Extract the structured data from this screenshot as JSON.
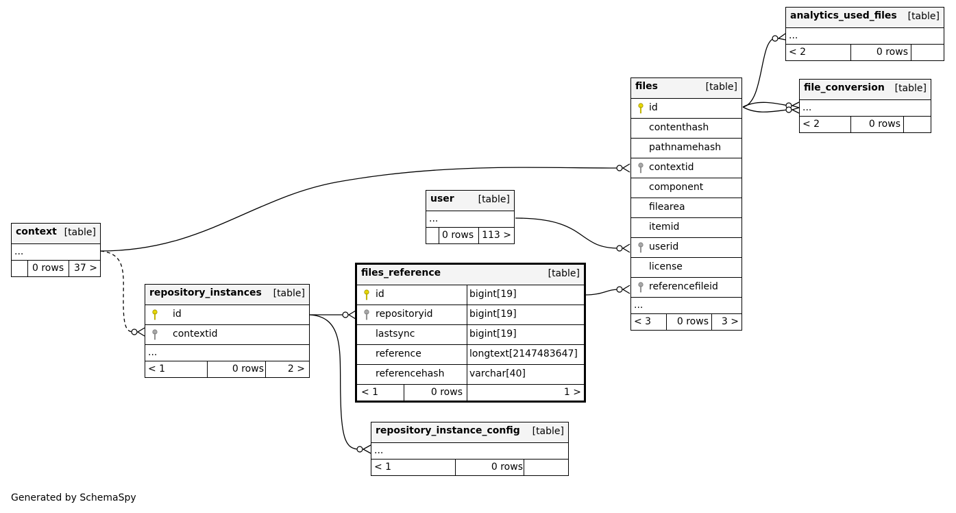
{
  "diagram": {
    "tables": {
      "analytics_used_files": {
        "name": "analytics_used_files",
        "type": "[table]",
        "more": "...",
        "footer": [
          "< 2",
          "0 rows",
          ""
        ]
      },
      "file_conversion": {
        "name": "file_conversion",
        "type": "[table]",
        "more": "...",
        "footer": [
          "< 2",
          "0 rows",
          ""
        ]
      },
      "files": {
        "name": "files",
        "type": "[table]",
        "columns": [
          "id",
          "contenthash",
          "pathnamehash",
          "contextid",
          "component",
          "filearea",
          "itemid",
          "userid",
          "license",
          "referencefileid"
        ],
        "more": "...",
        "footer": [
          "< 3",
          "0 rows",
          "3 >"
        ]
      },
      "user": {
        "name": "user",
        "type": "[table]",
        "more": "...",
        "footer": [
          "",
          "0 rows",
          "113 >"
        ]
      },
      "context": {
        "name": "context",
        "type": "[table]",
        "more": "...",
        "footer": [
          "",
          "0 rows",
          "37 >"
        ]
      },
      "repository_instances": {
        "name": "repository_instances",
        "type": "[table]",
        "columns": [
          "id",
          "contextid"
        ],
        "more": "...",
        "footer": [
          "< 1",
          "0 rows",
          "2 >"
        ]
      },
      "files_reference": {
        "name": "files_reference",
        "type": "[table]",
        "columns": [
          {
            "name": "id",
            "datatype": "bigint[19]"
          },
          {
            "name": "repositoryid",
            "datatype": "bigint[19]"
          },
          {
            "name": "lastsync",
            "datatype": "bigint[19]"
          },
          {
            "name": "reference",
            "datatype": "longtext[2147483647]"
          },
          {
            "name": "referencehash",
            "datatype": "varchar[40]"
          }
        ],
        "footer": [
          "< 1",
          "0 rows",
          "1 >"
        ]
      },
      "repository_instance_config": {
        "name": "repository_instance_config",
        "type": "[table]",
        "more": "...",
        "footer": [
          "< 1",
          "0 rows",
          ""
        ]
      }
    },
    "key_colors": {
      "primary": "#e8d800",
      "foreign": "#a8a8a8"
    },
    "relationships": [
      {
        "from": "files.id",
        "to": "analytics_used_files"
      },
      {
        "from": "files.id",
        "to": "file_conversion"
      },
      {
        "from": "files.id",
        "to": "file_conversion"
      },
      {
        "from": "context",
        "to": "files.contextid"
      },
      {
        "from": "user",
        "to": "files.userid"
      },
      {
        "from": "files_reference.id",
        "to": "files.referencefileid"
      },
      {
        "from": "context",
        "to": "repository_instances.contextid",
        "style": "dashed"
      },
      {
        "from": "repository_instances.id",
        "to": "files_reference.repositoryid"
      },
      {
        "from": "repository_instances.id",
        "to": "repository_instance_config"
      }
    ],
    "generated_by": "Generated by SchemaSpy"
  }
}
